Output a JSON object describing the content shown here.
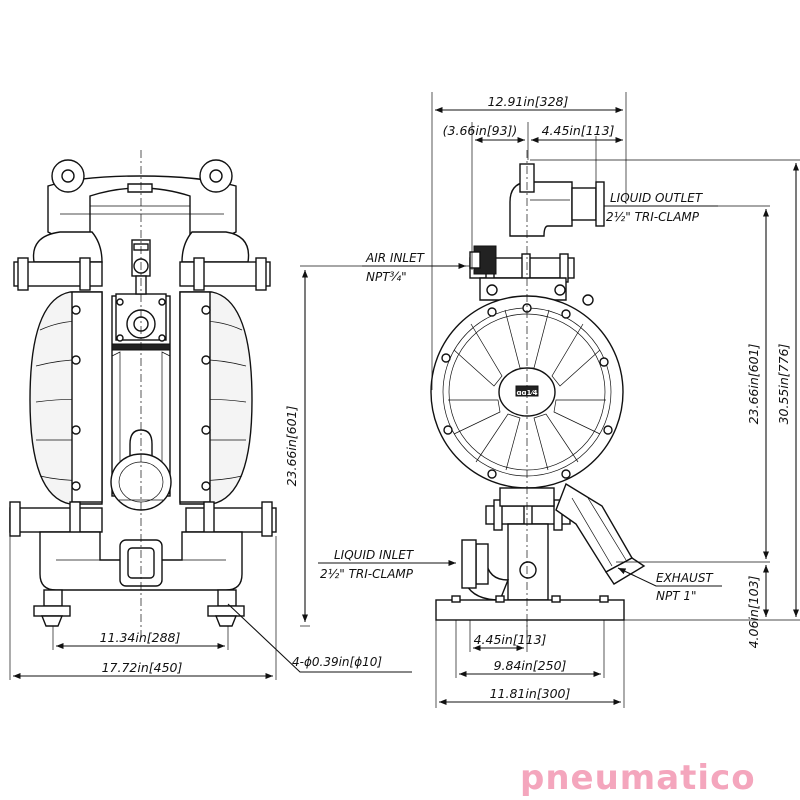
{
  "dimensions": {
    "overall_width_side": "12.91in[328]",
    "offset_left": "(3.66in[93])",
    "offset_right": "4.45in[113]",
    "height_outlet_front": "23.66in[601]",
    "height_outlet_side": "23.66in[601]",
    "overall_height": "30.55in[776]",
    "exhaust_height": "4.06in[103]",
    "base_inner_width": "4.45in[113]",
    "base_mount_width": "9.84in[250]",
    "base_overall_width": "11.81in[300]",
    "front_mount_width": "11.34in[288]",
    "front_overall_width": "17.72in[450]"
  },
  "callouts": {
    "liquid_outlet_title": "LIQUID OUTLET",
    "liquid_outlet_spec": "2½\" TRI-CLAMP",
    "air_inlet_title": "AIR INLET",
    "air_inlet_spec": "NPT¾\"",
    "liquid_inlet_title": "LIQUID INLET",
    "liquid_inlet_spec": "2½\" TRI-CLAMP",
    "exhaust_title": "EXHAUST",
    "exhaust_spec": "NPT  1\"",
    "mount_holes": "4-ϕ0.39in[ϕ10]"
  },
  "center_plate_label": "ɑɑ1⁄4",
  "brand": {
    "logo_text": "pneumatico",
    "logo_color": "#f4a6bd"
  }
}
